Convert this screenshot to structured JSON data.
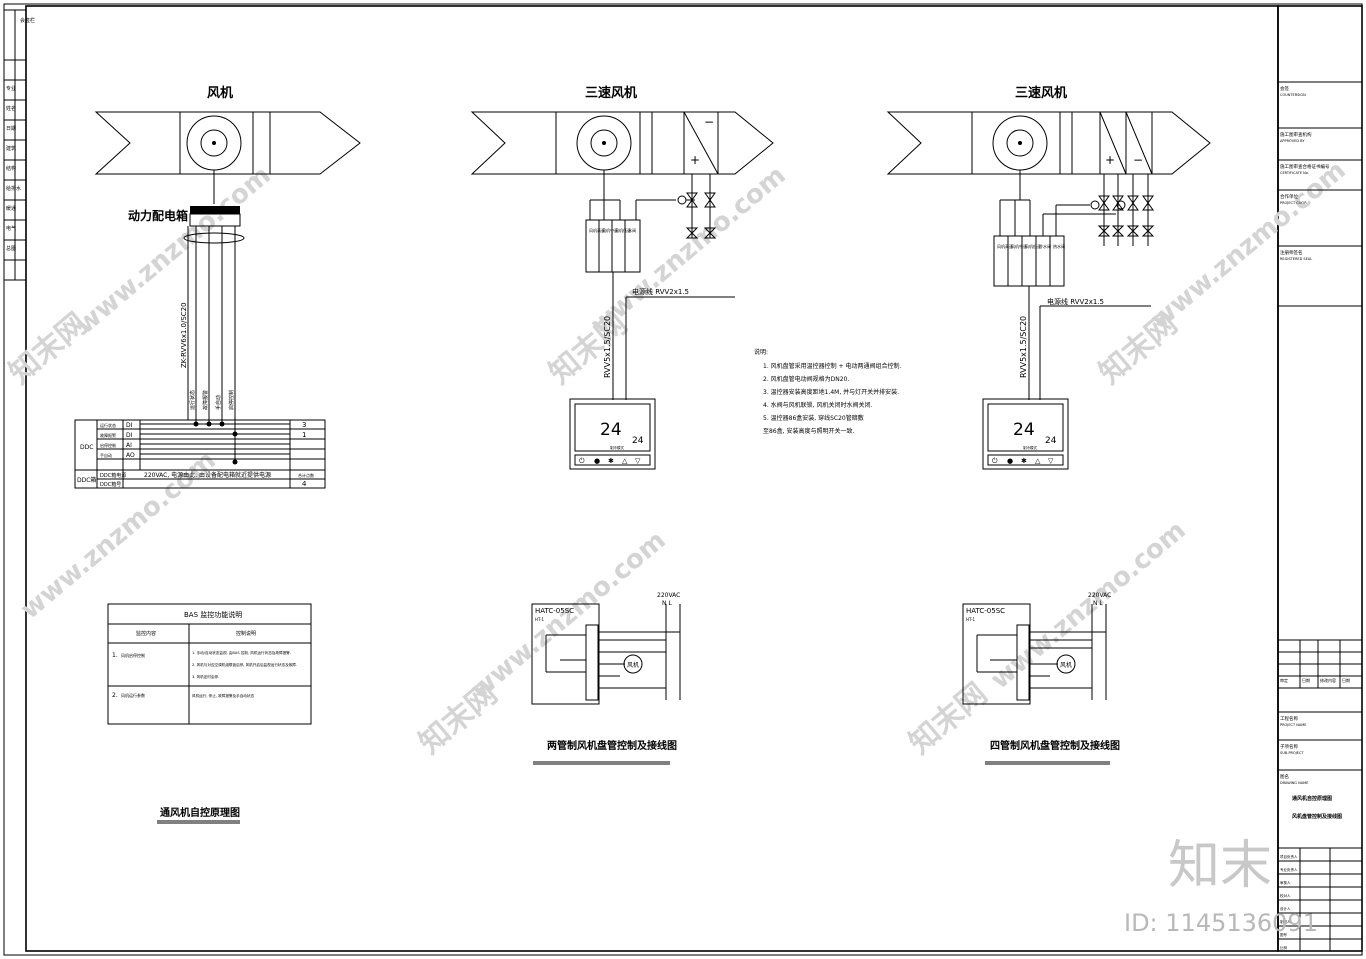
{
  "diagram1": {
    "title": "风机",
    "panel_label": "动力配电箱",
    "cable_label": "ZK-RVV6x1.0/SC20",
    "wire_labels": [
      "运行状态",
      "故障报警",
      "手自动",
      "启停控制"
    ],
    "ddc_label": "DDC",
    "ddc_power_label": "DDC箱",
    "rows": [
      {
        "name": "运行状态",
        "type": "DI",
        "count": "3"
      },
      {
        "name": "故障报警",
        "type": "DI",
        "count": "1"
      },
      {
        "name": "启停控制",
        "type": "AI",
        "count": ""
      },
      {
        "name": "手自动",
        "type": "AO",
        "count": ""
      }
    ],
    "power_row": {
      "name": "DDC箱电源",
      "text": "220VAC, 电源由此, 由设备配电箱就近提供电源",
      "count_label": "合计点数"
    },
    "power_row2": {
      "name": "DDC箱号",
      "count": "4"
    },
    "caption": "通风机自控原理图"
  },
  "bas_table": {
    "title": "BAS 监控功能说明",
    "col1": "监控内容",
    "col2": "控制说明",
    "rows": [
      {
        "no": "1.",
        "name": "风机启停控制",
        "desc": [
          "1. 手动/自动状态监视, 由BAS 控制, 风机运行状态及故障报警.",
          "2. 风机与对应空调机组联锁启停, 风机开启后监视运行状态及故障.",
          "3. 风机定时启停."
        ]
      },
      {
        "no": "2.",
        "name": "风机运行参数",
        "desc": [
          "风机运行, 停止, 故障报警及手自动状态"
        ]
      }
    ]
  },
  "diagram2": {
    "title": "三速风机",
    "plus": "+",
    "minus": "−",
    "terminals": [
      "风机高速",
      "风机中速",
      "风机低速",
      "水阀"
    ],
    "power_cable": "电源线 RVV2x1.5",
    "ctrl_cable": "RVV5x1.5/SC20",
    "thermostat_temp": "24",
    "thermostat_set": "24",
    "thermostat_mode": "制冷模式",
    "wiring_title": "HATC-05SC",
    "wiring_sub": "HT-1",
    "voltage": "220VAC",
    "nl": "N  L",
    "fan_label": "风机",
    "caption": "两管制风机盘管控制及接线图"
  },
  "diagram3": {
    "title": "三速风机",
    "plus": "+",
    "minus": "−",
    "terminals": [
      "风机高速",
      "风机中速",
      "风机低速",
      "冷水阀",
      "热水阀"
    ],
    "power_cable": "电源线 RVV2x1.5",
    "ctrl_cable": "RVV5x1.5/SC20",
    "thermostat_temp": "24",
    "thermostat_set": "24",
    "thermostat_mode": "制冷模式",
    "wiring_title": "HATC-05SC",
    "wiring_sub": "HT-1",
    "voltage": "220VAC",
    "nl": "N  L",
    "fan_label": "风机",
    "caption": "四管制风机盘管控制及接线图"
  },
  "notes": {
    "heading": "说明:",
    "items": [
      "1. 风机盘管采用温控器控制 + 电动两通阀组合控制.",
      "2. 风机盘管电动阀规格为DN20.",
      "3. 温控器安装高度距地1.4M, 并与灯开关并排安装.",
      "4. 水阀与风机联锁, 风机关闭时水阀关闭.",
      "5. 温控器86盒安装, 穿线SC20管暗敷",
      "   至86盒, 安装高度与照明开关一致."
    ]
  },
  "title_block": {
    "rows": [
      "会签",
      "施工图审查机构",
      "施工图审查合格证书编号",
      "合作单位",
      "注册师签名",
      "工程名称",
      "子项名称",
      "图名"
    ],
    "rows_en": [
      "COUNTERSIGN",
      "APPROVED BY",
      "CERTIFICATE No.",
      "PROJECT COOP.",
      "REGISTERED SEAL",
      "PROJECT NAME",
      "SUB-PROJECT",
      "DRAWING NAME"
    ],
    "drawing_name": [
      "通风机自控原理图",
      "风机盘管控制及接线图"
    ],
    "date_row": [
      "审定",
      "日期",
      "修改内容",
      "日期"
    ],
    "bottom_rows": [
      "项目负责人",
      "专业负责人",
      "审核人",
      "校对人",
      "设计人",
      "制图人",
      "图号",
      "比例"
    ]
  },
  "left_strip": [
    "会签栏",
    "专业",
    "姓名",
    "日期",
    "建筑",
    "结构",
    "给排水",
    "暖通",
    "电气",
    "总图"
  ],
  "watermarks": {
    "domain": "www.znzmo.com",
    "brand_cn": "知末网",
    "logo": "知末",
    "id": "ID: 1145136091"
  }
}
